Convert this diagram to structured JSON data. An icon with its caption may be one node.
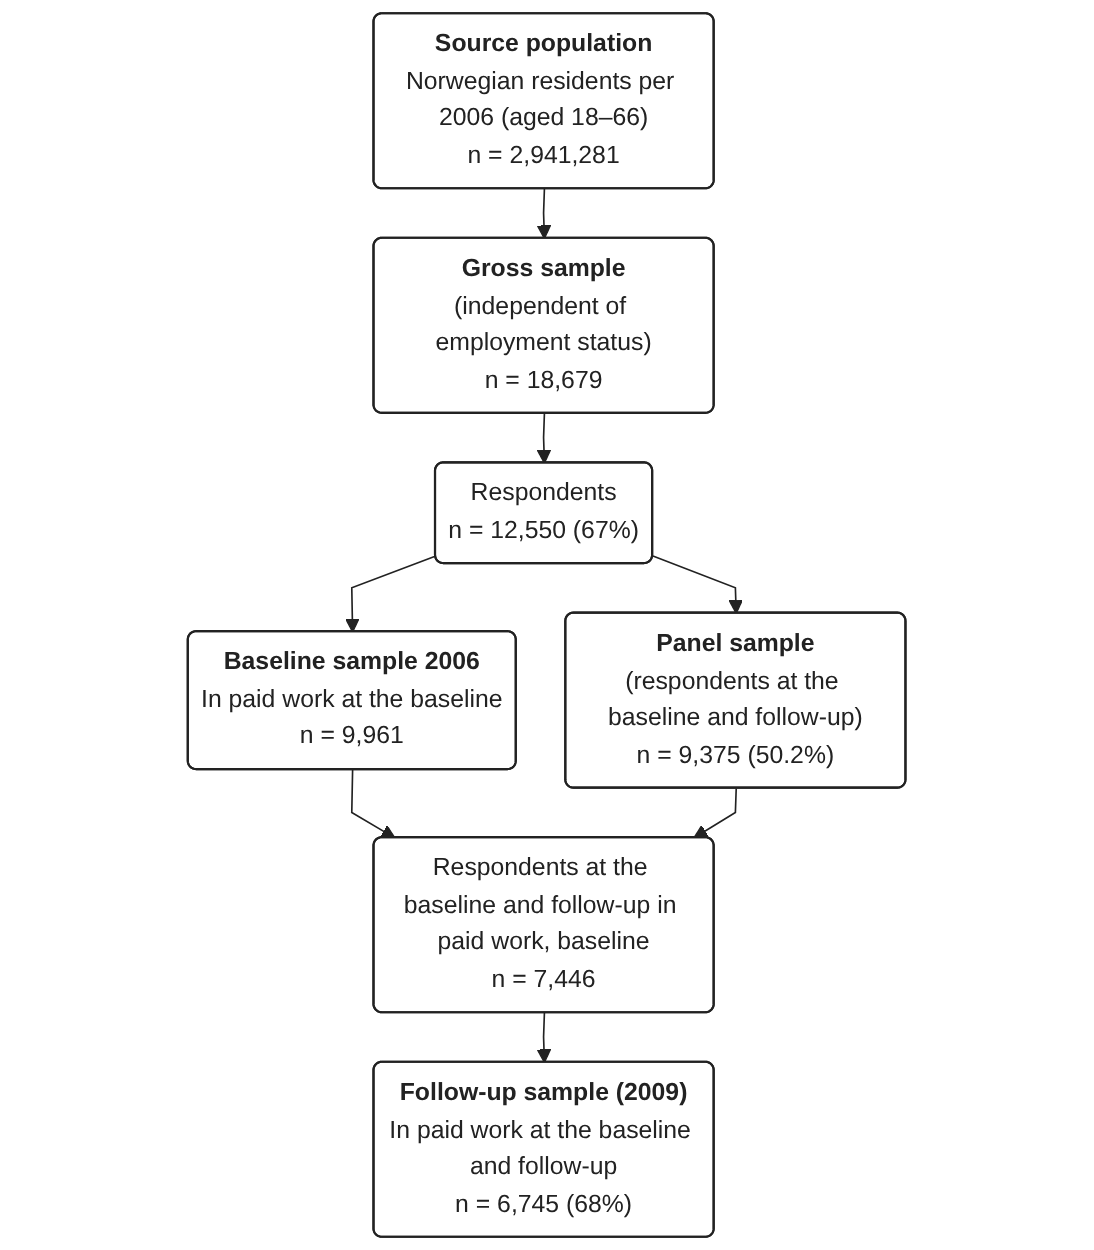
{
  "diagram": {
    "nodes": [
      {
        "text": [
          "Source population",
          "Norwegian residents per 2006 (aged 18–66)",
          "n = 2,941,281"
        ]
      },
      {
        "text": [
          "Gross sample",
          "(independent of employment status)",
          "n = 18,679"
        ]
      },
      {
        "text": [
          "Respondents",
          "n = 12,550 (67%)"
        ]
      },
      {
        "text": [
          "Baseline sample 2006",
          "In paid work at the baseline",
          "n = 9,961"
        ]
      },
      {
        "text": [
          "Panel sample",
          "(respondents at the baseline and follow-up)",
          "n = 9,375 (50.2%)"
        ]
      },
      {
        "text": [
          "Respondents at the baseline and follow-up in paid work, baseline",
          "n = 7,446"
        ]
      },
      {
        "text": [
          "Follow-up sample (2009)",
          "In paid work at the baseline and follow-up",
          "n = 6,745 (68%)"
        ]
      }
    ],
    "edges": [
      {
        "from": 0,
        "to": 1,
        "arrow": "to"
      },
      {
        "from": 1,
        "to": 2,
        "arrow": "to"
      },
      {
        "from": 2,
        "to": 3,
        "arrow": "to"
      },
      {
        "from": 2,
        "to": 4,
        "arrow": "to"
      },
      {
        "from": 3,
        "to": 5,
        "arrow": "to"
      },
      {
        "from": 4,
        "to": 5,
        "arrow": "to"
      },
      {
        "from": 5,
        "to": 6,
        "arrow": "to"
      }
    ]
  }
}
